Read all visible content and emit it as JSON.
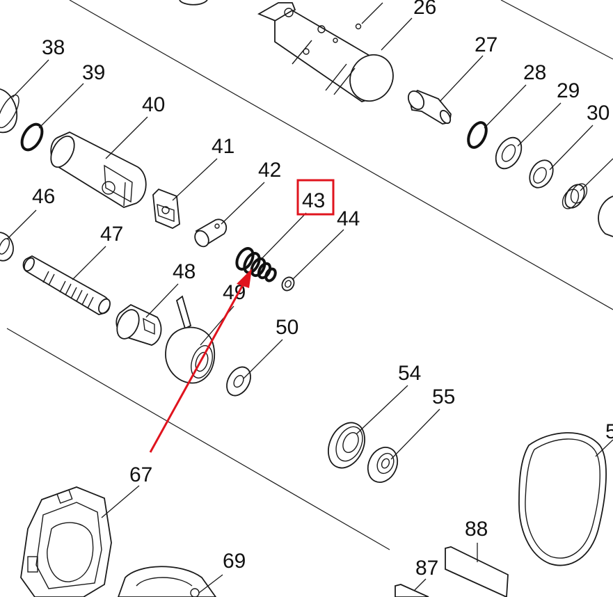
{
  "callouts": [
    {
      "id": "26",
      "label": "26"
    },
    {
      "id": "27",
      "label": "27"
    },
    {
      "id": "28",
      "label": "28"
    },
    {
      "id": "29",
      "label": "29"
    },
    {
      "id": "30",
      "label": "30"
    },
    {
      "id": "38",
      "label": "38"
    },
    {
      "id": "39",
      "label": "39"
    },
    {
      "id": "40",
      "label": "40"
    },
    {
      "id": "41",
      "label": "41"
    },
    {
      "id": "42",
      "label": "42"
    },
    {
      "id": "43",
      "label": "43"
    },
    {
      "id": "44",
      "label": "44"
    },
    {
      "id": "46",
      "label": "46"
    },
    {
      "id": "47",
      "label": "47"
    },
    {
      "id": "48",
      "label": "48"
    },
    {
      "id": "49",
      "label": "49"
    },
    {
      "id": "50",
      "label": "50"
    },
    {
      "id": "54",
      "label": "54"
    },
    {
      "id": "55",
      "label": "55"
    },
    {
      "id": "5x",
      "label": "5"
    },
    {
      "id": "67",
      "label": "67"
    },
    {
      "id": "69",
      "label": "69"
    },
    {
      "id": "87",
      "label": "87"
    },
    {
      "id": "88",
      "label": "88"
    }
  ],
  "highlight": {
    "callout": "43",
    "box_color": "#e0141e",
    "arrow_color": "#e0141e"
  }
}
